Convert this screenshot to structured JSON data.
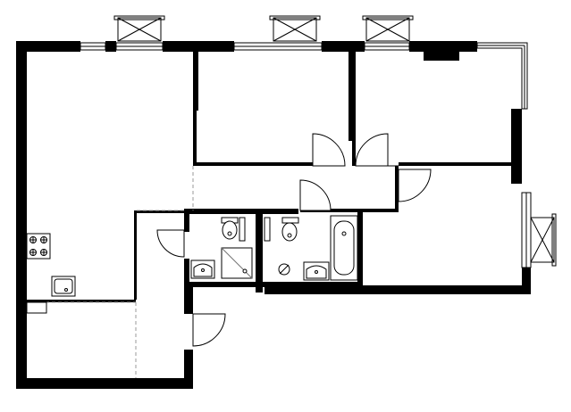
{
  "plan": {
    "background": "#ffffff",
    "wall_color": "#000000",
    "rooms": [
      {
        "id": "living-kitchen"
      },
      {
        "id": "bedroom-1"
      },
      {
        "id": "bedroom-2"
      },
      {
        "id": "bedroom-3"
      },
      {
        "id": "hallway"
      },
      {
        "id": "entrance-hall"
      },
      {
        "id": "bathroom-1"
      },
      {
        "id": "bathroom-2"
      }
    ],
    "fixtures": [
      "stove-icon",
      "kitchen-sink-icon",
      "toilet-icon",
      "shower-icon",
      "washbasin-icon",
      "bathtub-icon"
    ]
  }
}
